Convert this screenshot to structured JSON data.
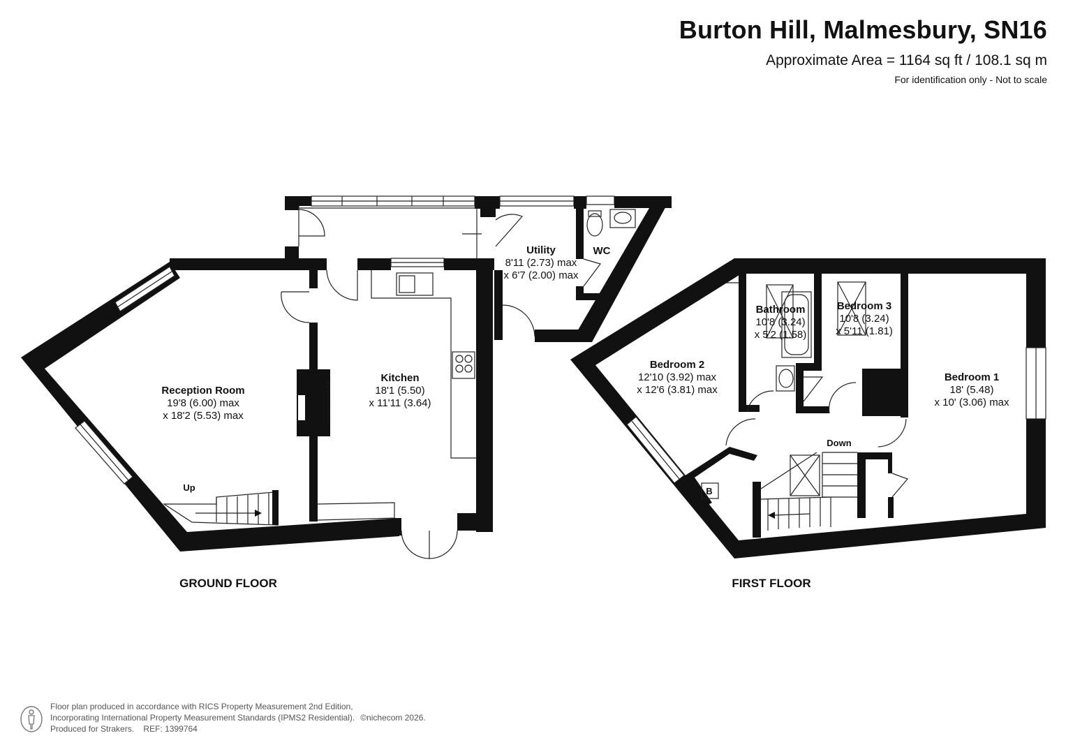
{
  "header": {
    "title": "Burton Hill, Malmesbury, SN16",
    "area": "Approximate Area = 1164 sq ft / 108.1 sq m",
    "note": "For identification only - Not to scale"
  },
  "ground_floor": {
    "label": "GROUND FLOOR",
    "rooms": {
      "reception": {
        "name": "Reception Room",
        "dim1": "19'8 (6.00) max",
        "dim2": "x 18'2 (5.53) max"
      },
      "kitchen": {
        "name": "Kitchen",
        "dim1": "18'1 (5.50)",
        "dim2": "x 11'11 (3.64)"
      },
      "utility": {
        "name": "Utility",
        "dim1": "8'11 (2.73) max",
        "dim2": "x 6'7 (2.00) max"
      },
      "wc": {
        "name": "WC"
      }
    },
    "stairs_label": "Up"
  },
  "first_floor": {
    "label": "FIRST FLOOR",
    "rooms": {
      "bedroom2": {
        "name": "Bedroom 2",
        "dim1": "12'10 (3.92) max",
        "dim2": "x 12'6 (3.81) max"
      },
      "bathroom": {
        "name": "Bathroom",
        "dim1": "10'8 (3.24)",
        "dim2": "x 5'2 (1.58)"
      },
      "bedroom3": {
        "name": "Bedroom 3",
        "dim1": "10'8 (3.24)",
        "dim2": "x 5'11 (1.81)"
      },
      "bedroom1": {
        "name": "Bedroom 1",
        "dim1": "18' (5.48)",
        "dim2": "x 10' (3.06) max"
      }
    },
    "stairs_label": "Down",
    "boiler_label": "B"
  },
  "footer": {
    "line1": "Floor plan produced in accordance with RICS Property Measurement 2nd Edition,",
    "line2": "Incorporating International Property Measurement Standards (IPMS2 Residential).",
    "copyright": "©nichecom 2026.",
    "line3": "Produced for Strakers.",
    "ref": "REF: 1399764"
  }
}
